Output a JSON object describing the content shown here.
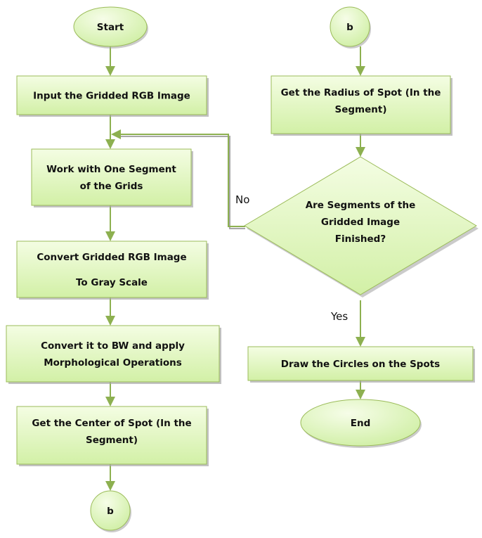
{
  "diagram": {
    "type": "flowchart",
    "colors": {
      "fill_light": "#f4fde3",
      "fill_dark": "#d2f0a6",
      "stroke": "#9bbb59",
      "arrow": "#8db050",
      "shadow": "#a8a8a8",
      "text": "#111111"
    },
    "nodes": {
      "start": {
        "shape": "ellipse",
        "lines": [
          "Start"
        ]
      },
      "input": {
        "shape": "rect",
        "lines": [
          "Input the Gridded RGB Image"
        ]
      },
      "segment": {
        "shape": "rect",
        "lines": [
          "Work with One Segment",
          "of the Grids"
        ]
      },
      "gray": {
        "shape": "rect",
        "lines": [
          "Convert Gridded RGB Image",
          "To Gray Scale"
        ]
      },
      "bw": {
        "shape": "rect",
        "lines": [
          "Convert it to BW and apply",
          "Morphological Operations"
        ]
      },
      "center": {
        "shape": "rect",
        "lines": [
          "Get the Center of Spot (In the",
          "Segment)"
        ]
      },
      "connector_out": {
        "shape": "circle",
        "lines": [
          "b"
        ]
      },
      "connector_in": {
        "shape": "circle",
        "lines": [
          "b"
        ]
      },
      "radius": {
        "shape": "rect",
        "lines": [
          "Get the Radius of Spot (In the",
          "Segment)"
        ]
      },
      "decision": {
        "shape": "diamond",
        "lines": [
          "Are Segments of the",
          "Gridded Image",
          "Finished?"
        ]
      },
      "draw": {
        "shape": "rect",
        "lines": [
          "Draw the Circles on the Spots"
        ]
      },
      "end": {
        "shape": "ellipse",
        "lines": [
          "End"
        ]
      }
    },
    "edges": [
      {
        "from": "start",
        "to": "input",
        "label": ""
      },
      {
        "from": "input",
        "to": "segment",
        "label": ""
      },
      {
        "from": "segment",
        "to": "gray",
        "label": ""
      },
      {
        "from": "gray",
        "to": "bw",
        "label": ""
      },
      {
        "from": "bw",
        "to": "center",
        "label": ""
      },
      {
        "from": "center",
        "to": "connector_out",
        "label": ""
      },
      {
        "from": "connector_in",
        "to": "radius",
        "label": ""
      },
      {
        "from": "radius",
        "to": "decision",
        "label": ""
      },
      {
        "from": "decision",
        "to": "segment",
        "label": "No"
      },
      {
        "from": "decision",
        "to": "draw",
        "label": "Yes"
      },
      {
        "from": "draw",
        "to": "end",
        "label": ""
      }
    ]
  }
}
